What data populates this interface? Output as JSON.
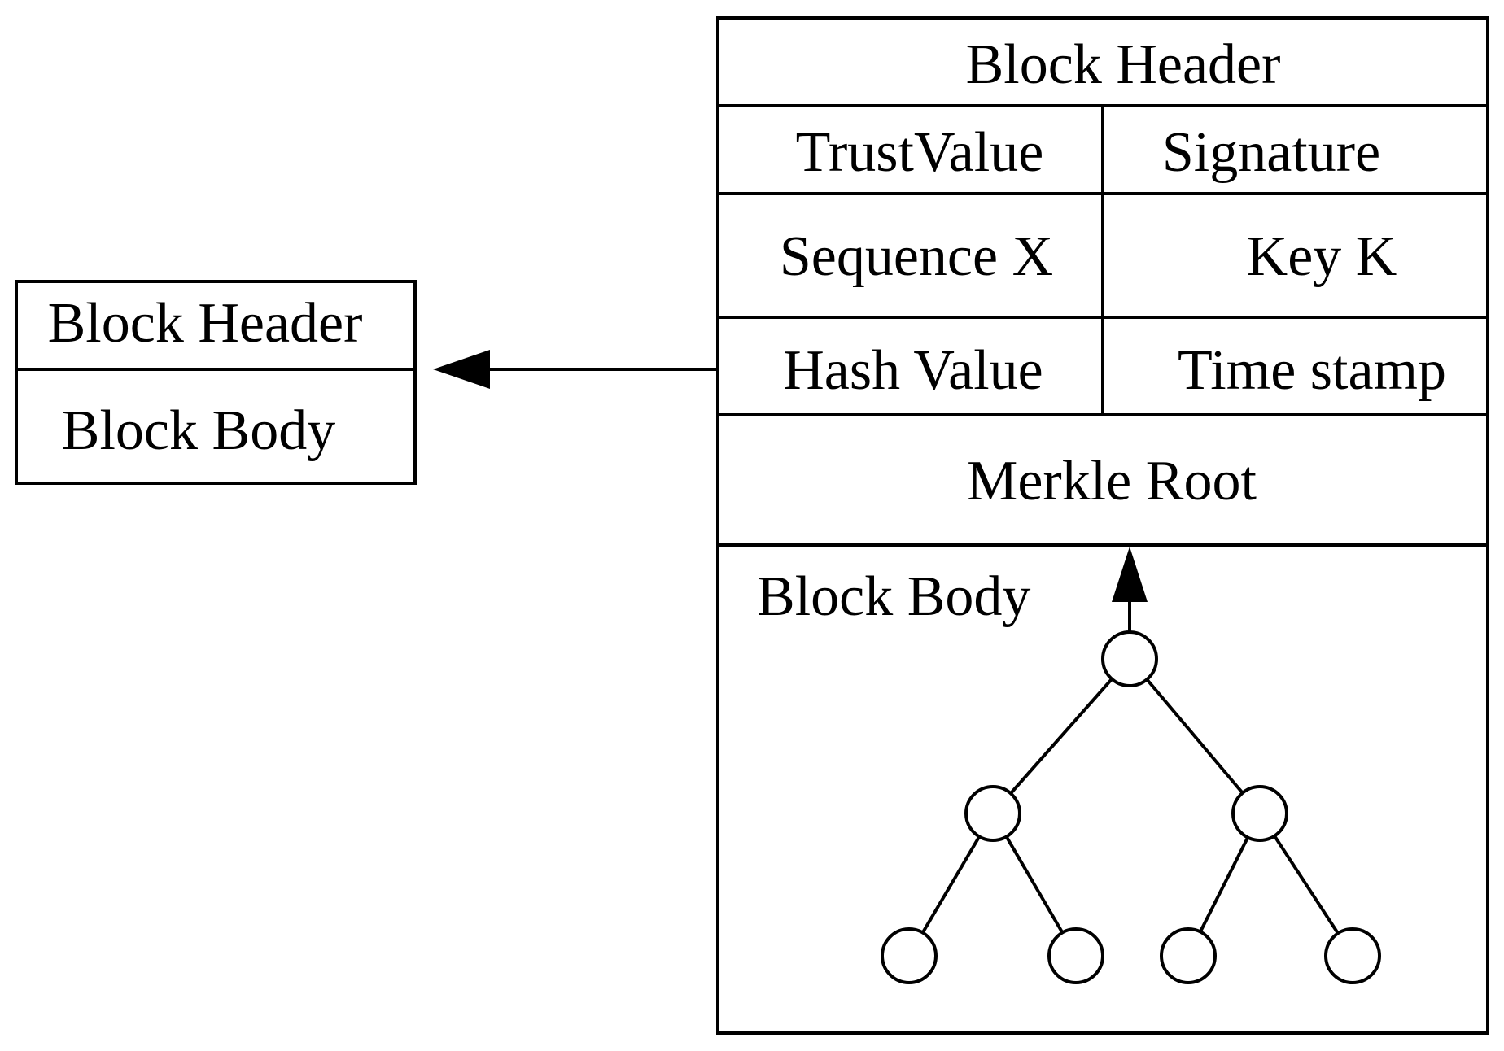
{
  "small_block": {
    "header_label": "Block Header",
    "body_label": "Block Body"
  },
  "detail_block": {
    "header_title": "Block Header",
    "fields": {
      "trust_value": "TrustValue",
      "signature": "Signature",
      "sequence": "Sequence X",
      "key": "Key K",
      "hash_value": "Hash Value",
      "time_stamp": "Time stamp"
    },
    "merkle_root": "Merkle Root",
    "body_label": "Block Body"
  },
  "colors": {
    "stroke": "#000000",
    "background": "#ffffff"
  }
}
